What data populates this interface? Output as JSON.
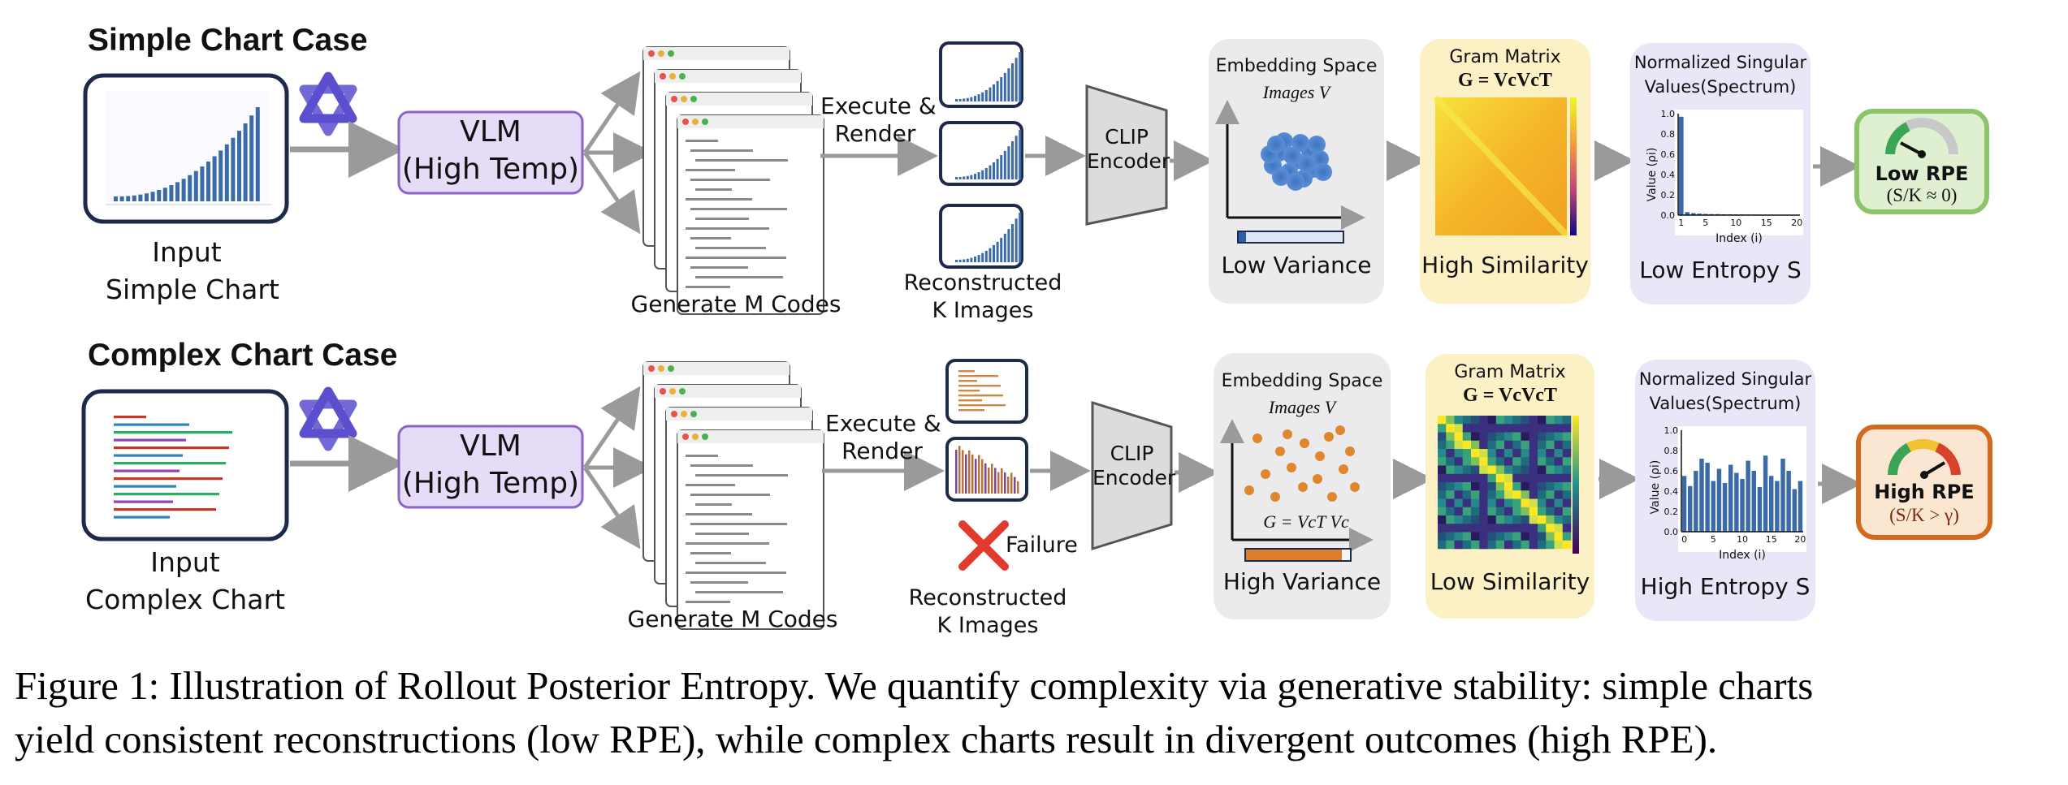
{
  "simple": {
    "heading": "Simple Chart Case",
    "input_line1": "Input",
    "input_line2": "Simple Chart",
    "vlm_line1": "VLM",
    "vlm_line2": "(High Temp)",
    "generate": "Generate M Codes",
    "execute": "Execute &",
    "render": "Render",
    "recon_line1": "Reconstructed",
    "recon_line2": "K Images",
    "clip_line1": "CLIP",
    "clip_line2": "Encoder",
    "emb_title1": "Embedding Space",
    "emb_title2": "Images V",
    "emb_label": "Low Variance",
    "gram_title": "Gram Matrix",
    "gram_formula": "G = VcVcT",
    "gram_label": "High Similarity",
    "spec_title1": "Normalized Singular",
    "spec_title2": "Values(Spectrum)",
    "spec_label": "Low Entropy S",
    "spec_ylabel": "Value (ρi)",
    "spec_xlabel": "Index (i)",
    "spec_yticks": [
      "1.0",
      "0.8",
      "0.6",
      "0.4",
      "0.2",
      "0.0"
    ],
    "spec_xticks": [
      "1",
      "5",
      "10",
      "15",
      "20"
    ],
    "spec_values": [
      0.97,
      0.03,
      0.02,
      0.015,
      0.012,
      0.01,
      0.01,
      0.008,
      0.008,
      0.007,
      0.007,
      0.006,
      0.006,
      0.005,
      0.005,
      0.005,
      0.004,
      0.004,
      0.004,
      0.003
    ],
    "rpe_line1": "Low RPE",
    "rpe_line2": "(S/K ≈ 0)"
  },
  "complex": {
    "heading": "Complex Chart Case",
    "input_line1": "Input",
    "input_line2": "Complex Chart",
    "vlm_line1": "VLM",
    "vlm_line2": "(High Temp)",
    "generate": "Generate M Codes",
    "execute": "Execute &",
    "render": "Render",
    "failure": "Failure",
    "recon_line1": "Reconstructed",
    "recon_line2": "K Images",
    "clip_line1": "CLIP",
    "clip_line2": "Encoder",
    "emb_title1": "Embedding Space",
    "emb_title2": "Images V",
    "emb_formula": "G = VcT Vc",
    "emb_label": "High Variance",
    "gram_title": "Gram Matrix",
    "gram_formula": "G = VcVcT",
    "gram_label": "Low Similarity",
    "spec_title1": "Normalized Singular",
    "spec_title2": "Values(Spectrum)",
    "spec_label": "High Entropy S",
    "spec_ylabel": "Value (ρi)",
    "spec_xlabel": "Index (i)",
    "spec_yticks": [
      "1.0",
      "0.8",
      "0.6",
      "0.4",
      "0.2",
      "0.0"
    ],
    "spec_xticks": [
      "0",
      "5",
      "10",
      "15",
      "20"
    ],
    "spec_values": [
      0.55,
      0.45,
      0.6,
      0.72,
      0.68,
      0.5,
      0.62,
      0.48,
      0.66,
      0.58,
      0.52,
      0.7,
      0.6,
      0.44,
      0.75,
      0.55,
      0.5,
      0.72,
      0.6,
      0.42,
      0.5
    ],
    "rpe_line1": "High RPE",
    "rpe_line2": "(S/K > γ)"
  },
  "caption": {
    "line1": "Figure 1: Illustration of Rollout Posterior Entropy. We quantify complexity via generative stability: simple charts",
    "line2": "yield consistent reconstructions (low RPE), while complex charts result in divergent outcomes (high RPE)."
  },
  "colors": {
    "vlm_fill": "#e6dcf7",
    "vlm_stroke": "#8e62c9",
    "panel_gray": "#ebebed",
    "panel_yellow": "#fcf1c4",
    "panel_lavender": "#e7e7f7",
    "rpe_green_fill": "#dff0d1",
    "rpe_green_stroke": "#8cc46a",
    "rpe_orange_fill": "#fbe6d2",
    "rpe_orange_stroke": "#d2691e",
    "arrow": "#9a9a9a",
    "navy": "#1e2a4a",
    "bar_blue": "#3a6aa8",
    "dot_orange": "#e0862f"
  }
}
